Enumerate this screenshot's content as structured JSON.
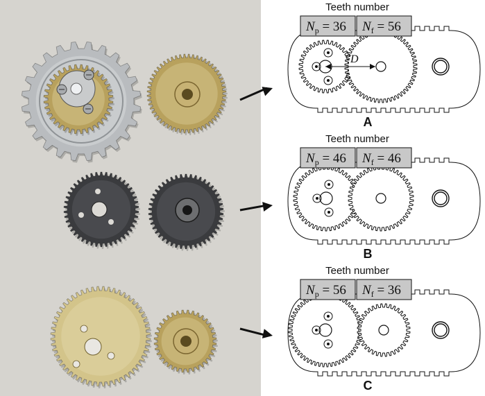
{
  "photo": {
    "background": "#d6d4cf",
    "colors": {
      "aluminum": "#b9bcbf",
      "brass": "#b8a15d",
      "brass_light": "#d3c48a",
      "black_oxide": "#3a3b3e"
    }
  },
  "panels": [
    {
      "id": "A",
      "title": "Teeth number",
      "letter": "A",
      "np_symbol": "N",
      "np_sub": "p",
      "np_value": "36",
      "nf_symbol": "N",
      "nf_sub": "f",
      "nf_value": "56",
      "distance_label": "D"
    },
    {
      "id": "B",
      "title": "Teeth number",
      "letter": "B",
      "np_symbol": "N",
      "np_sub": "p",
      "np_value": "46",
      "nf_symbol": "N",
      "nf_sub": "f",
      "nf_value": "46"
    },
    {
      "id": "C",
      "title": "Teeth number",
      "letter": "C",
      "np_symbol": "N",
      "np_sub": "p",
      "np_value": "56",
      "nf_symbol": "N",
      "nf_sub": "f",
      "nf_value": "36"
    }
  ],
  "colors": {
    "label_box": "#c8c8c8",
    "ink": "#111111"
  }
}
